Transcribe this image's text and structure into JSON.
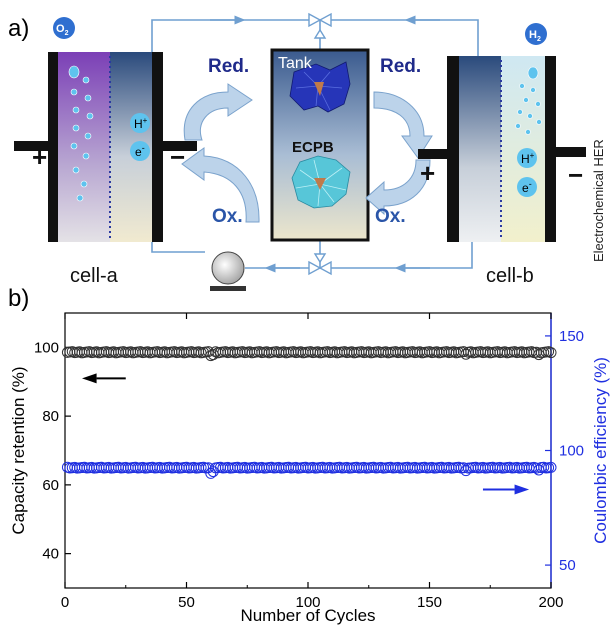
{
  "figure": {
    "panel_a_label": "a)",
    "panel_b_label": "b)"
  },
  "schematic": {
    "cell_a_label": "cell-a",
    "cell_b_label": "cell-b",
    "tank_label": "Tank",
    "tank_content": "ECPB",
    "red_left": "Red.",
    "ox_left": "Ox.",
    "red_right": "Red.",
    "ox_right": "Ox.",
    "o2": "O",
    "o2_sub": "2",
    "h2": "H",
    "h2_sub": "2",
    "h_plus_a": "H",
    "h_plus_b": "H",
    "plus_sup": "+",
    "e_minus_a": "e",
    "e_minus_b": "e",
    "minus_sup": "-",
    "sign_plus_a": "+",
    "sign_minus_a": "−",
    "sign_plus_b": "+",
    "sign_minus_b": "−",
    "side_label": "Electrochemical HER",
    "colors": {
      "pipe": "#6f9fd0",
      "text_blue": "#2a55a8",
      "arrow_fill": "#bcd3ea",
      "ion_fill": "#5ec3ee",
      "polyhedra_top": "#2635b8",
      "polyhedra_bottom": "#57c6d8"
    }
  },
  "chart_data": {
    "type": "scatter",
    "title": "",
    "xlabel": "Number of Cycles",
    "ylabel": "Capacity retention (%)",
    "y2label": "Coulombic efficiency (%)",
    "xlim": [
      0,
      200
    ],
    "ylim": [
      30,
      110
    ],
    "y2lim": [
      40,
      160
    ],
    "xticks": [
      0,
      50,
      100,
      150,
      200
    ],
    "yticks": [
      40,
      60,
      80,
      100
    ],
    "y2ticks": [
      50,
      100,
      150
    ],
    "grid": false,
    "series": [
      {
        "axis": "left",
        "color": "#333333",
        "marker": "open-circle",
        "x_start": 1,
        "x_end": 200,
        "x_step": 1,
        "base_value": 98.6,
        "dips": [
          [
            60,
            97.6
          ],
          [
            61,
            97.9
          ],
          [
            165,
            98.0
          ],
          [
            195,
            97.9
          ]
        ]
      },
      {
        "axis": "right",
        "color": "#1f2fe0",
        "marker": "open-circle",
        "x_start": 1,
        "x_end": 200,
        "x_step": 1,
        "base_value": 92.5,
        "dips": [
          [
            60,
            90.0
          ],
          [
            61,
            90.8
          ],
          [
            165,
            91.2
          ],
          [
            195,
            91.5
          ]
        ]
      }
    ],
    "annotations": [
      {
        "type": "arrow",
        "direction": "left",
        "axis": "left",
        "color": "#000000"
      },
      {
        "type": "arrow",
        "direction": "right",
        "axis": "right",
        "color": "#1f2fe0"
      }
    ]
  }
}
